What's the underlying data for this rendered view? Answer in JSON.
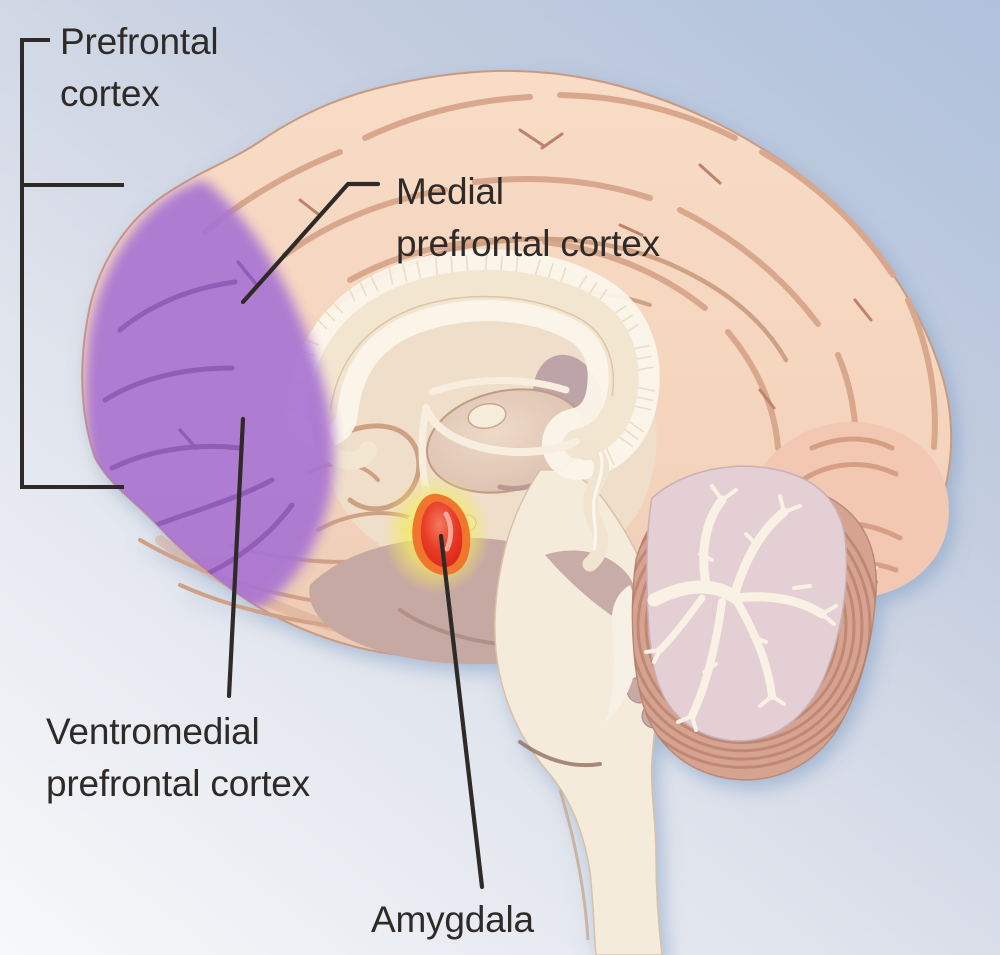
{
  "diagram": {
    "type": "anatomical-illustration",
    "subject": "human brain, midsagittal view",
    "labels": {
      "prefrontal_cortex": {
        "lines": [
          "Prefrontal",
          "cortex"
        ]
      },
      "medial_prefrontal_cortex": {
        "lines": [
          "Medial",
          "prefrontal cortex"
        ]
      },
      "ventromedial_prefrontal_cortex": {
        "lines": [
          "Ventromedial",
          "prefrontal cortex"
        ]
      },
      "amygdala": {
        "lines": [
          "Amygdala"
        ]
      }
    },
    "highlights": {
      "prefrontal_region_color": "#a873d2",
      "amygdala_core_color": "#e23629",
      "amygdala_glow_color": "#f4ed6e"
    },
    "palette": {
      "background_top_right": "#afc1dc",
      "background_bottom_left": "#f7f8fa",
      "cortex": "#f5d6c0",
      "cortex_shade": "#d9a78c",
      "interior_cream": "#efdfca",
      "brainstem": "#f5ebda",
      "cerebellum_folia": "#d6a390",
      "cerebellum_vermis": "#e4d0d4",
      "arbor_vitae": "#f9f1e3",
      "label_text": "#2e2a27",
      "leader_line": "#2e2a27"
    }
  }
}
